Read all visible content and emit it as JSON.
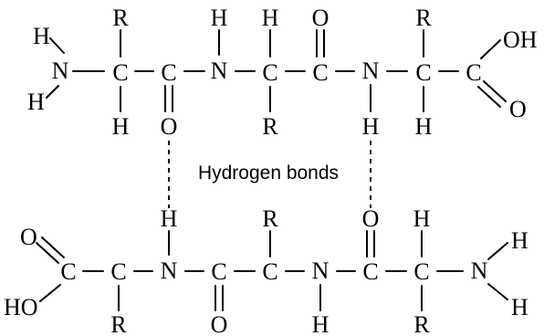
{
  "caption": "Hydrogen bonds",
  "top_chain": {
    "amino_h_upper": "H",
    "amino_h_lower": "H",
    "amino_n": "N",
    "ca1": "C",
    "ca1_r": "R",
    "ca1_h": "H",
    "co1": "C",
    "co1_o": "O",
    "n2": "N",
    "n2_h": "H",
    "ca2": "C",
    "ca2_h": "H",
    "ca2_r": "R",
    "co2": "C",
    "co2_o": "O",
    "n3": "N",
    "n3_h": "H",
    "ca3": "C",
    "ca3_r": "R",
    "ca3_h": "H",
    "carboxyl_c": "C",
    "carboxyl_oh": "OH",
    "carboxyl_o": "O"
  },
  "bottom_chain": {
    "carboxyl_o": "O",
    "carboxyl_c": "C",
    "carboxyl_ho": "HO",
    "ca1": "C",
    "ca1_r": "R",
    "n1": "N",
    "n1_h": "H",
    "co1": "C",
    "co1_o": "O",
    "ca2": "C",
    "ca2_r": "R",
    "n2": "N",
    "n2_h": "H",
    "co2": "C",
    "co2_o": "O",
    "ca3": "C",
    "ca3_h": "H",
    "ca3_r": "R",
    "amino_n": "N",
    "amino_h_upper": "H",
    "amino_h_lower": "H"
  }
}
